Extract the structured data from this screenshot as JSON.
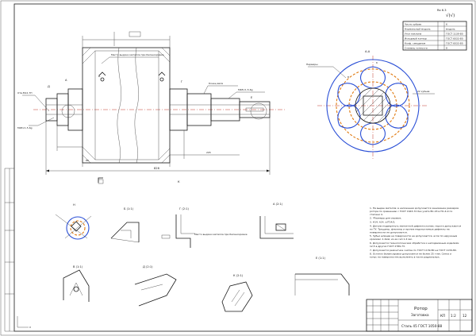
{
  "roughness": {
    "mark": "√(√)",
    "label": "Ra 6.3"
  },
  "spec_table": {
    "rows": [
      {
        "label": "Число зубьев",
        "value": "6"
      },
      {
        "label": "Нормальный модуль",
        "value": "модуль"
      },
      {
        "label": "Угол наклона",
        "value": "ГОСТ 1139-80"
      },
      {
        "label": "Исходный контур",
        "value": "ГОСТ 6033-80"
      },
      {
        "label": "Коэф. смещения",
        "value": "ГОСТ 6033-80"
      },
      {
        "label": "Степень точности",
        "value": "8"
      }
    ]
  },
  "section_title": "А-А",
  "detail_views": [
    {
      "id": "detail-h",
      "label": "Н"
    },
    {
      "id": "detail-b",
      "label": "Б (1:1)"
    },
    {
      "id": "detail-g",
      "label": "Г (2:1)"
    },
    {
      "id": "detail-a",
      "label": "А (2:1)"
    },
    {
      "id": "detail-v",
      "label": "В (1:1)"
    },
    {
      "id": "detail-d",
      "label": "Д (2:1)"
    },
    {
      "id": "detail-k",
      "label": "К (2:1)"
    },
    {
      "id": "detail-e",
      "label": "Е (1:1)"
    }
  ],
  "main_view": {
    "callouts": {
      "bearing_left": "Место выдачи металла при балансировке",
      "shaft_end": "Конец вала",
      "thread_left": "М48×1,5-6g",
      "thread_right": "М48×1,5-6g",
      "bolt_hole": "Отв.М12-7Н",
      "overall_length": "826",
      "dim_center": "80",
      "dim_right": "205"
    }
  },
  "detail_note": "Место выдачи металла при балансировке",
  "ribs_label": "Нервюры",
  "notes": [
    "1. На выдан металла; в наложении допускаются занижение размеров ротора по сравнению с ГОСТ 1643-72 без учёта ВС-43 в ПС-4-9 по степени 4.",
    "2. *Размеры для справок.",
    "3. Н14, h14, ±IT14/2.",
    "4. Детали подвергнуть магнитной дефектоскопии; пороги допускаются по ТУ. Трещины, флокены и прочие недопустимые дефекты на поверхности не допускаются.",
    "5. Зубья шлицев на поверхности не допускаются, если по наружным кромкам -1.0мм; из-за сил 1.4 мм.",
    "6. Допускается технологическая обработка к неподвижным изделиям 12,5 в других ГОСТ 2789-73.",
    "7. Допускается ремонтное снятие по ГОСТ 1139-80 на ГОСТ 1139-80.",
    "8. Остаток балансировки допускается не более 25 г·мм. Сетка и конус на поверхностях выполнять в части радиальных."
  ],
  "title_block": {
    "name": "Ротор",
    "subtitle": "Заготовка",
    "material": "Сталь 45 ГОСТ 1050-88",
    "scale": "1:2",
    "mass": "12",
    "sheet_code": "КП"
  }
}
